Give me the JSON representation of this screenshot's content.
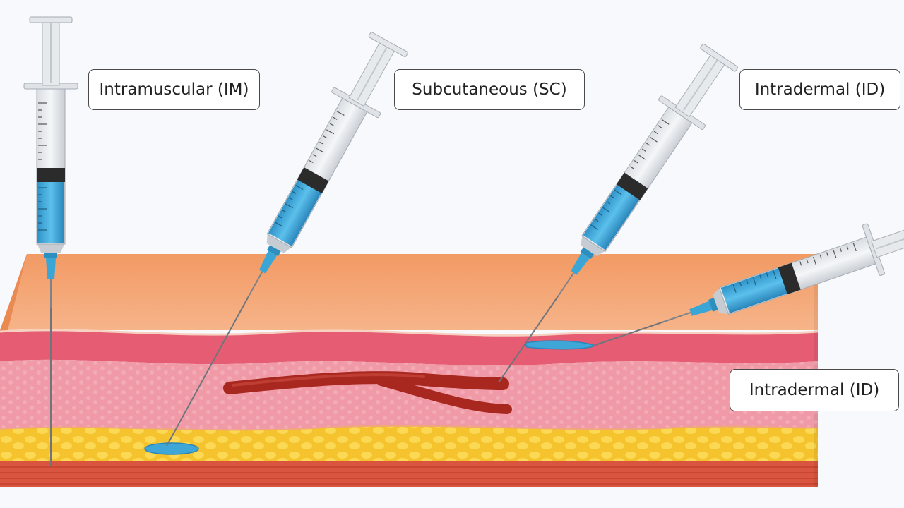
{
  "labels": {
    "intramuscular": "Intramuscular (IM)",
    "subcutaneous": "Subcutaneous (SC)",
    "intradermal_top": "Intradermal (ID)",
    "intradermal_side": "Intradermal (ID)"
  },
  "colors": {
    "background": "#f7f9fc",
    "epidermis": "#f2a46f",
    "dermis_top": "#e85f76",
    "dermis": "#ef9aa6",
    "fat": "#f7c93a",
    "muscle": "#d9553f",
    "blood_vessel": "#a8281f",
    "medication": "#3ea7d8",
    "plunger": "#2b2b2b"
  },
  "icons": [
    "syringe-icon",
    "blood-vessel-icon",
    "skin-layers"
  ]
}
